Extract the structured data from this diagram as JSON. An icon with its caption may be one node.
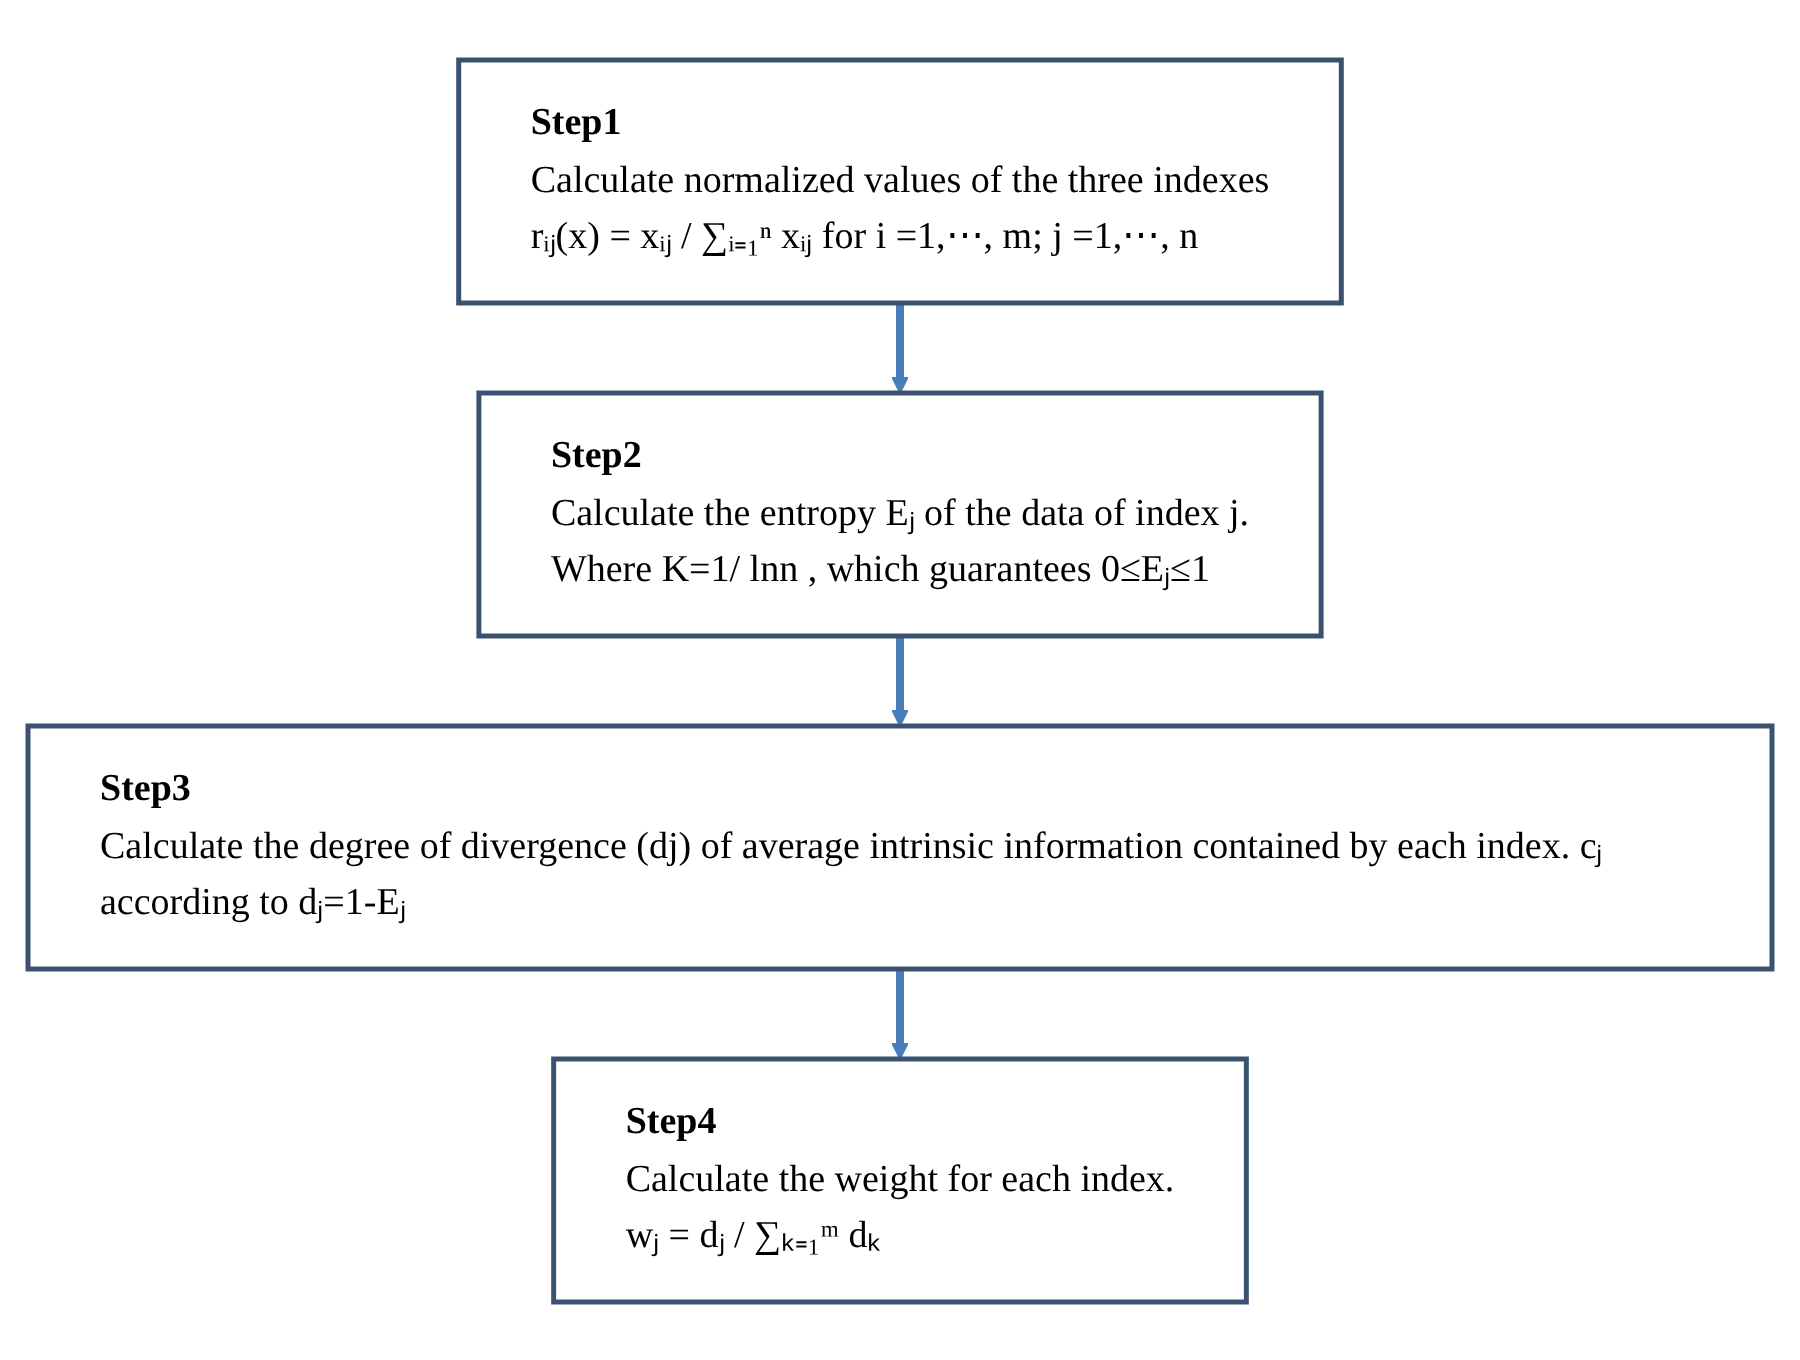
{
  "diagram": {
    "nodes": [
      {
        "text": [
          "Step1",
          "Calculate normalized values of the three indexes",
          "rᵢⱼ(x) = xᵢⱼ / ∑ᵢ₌₁ⁿ xᵢⱼ  for i =1,⋯, m;  j =1,⋯, n"
        ]
      },
      {
        "text": [
          "Step2",
          "Calculate the entropy Eⱼ of the data of index j.",
          "Where K=1/ lnn , which guarantees 0≤Eⱼ≤1"
        ]
      },
      {
        "text": [
          "Step3",
          "Calculate the degree of divergence (dj) of average intrinsic information contained by each index. cⱼ according to dⱼ=1-Eⱼ"
        ]
      },
      {
        "text": [
          "Step4",
          "Calculate the weight for each index.",
          "wⱼ = dⱼ / ∑ₖ₌₁ᵐ dₖ"
        ]
      }
    ],
    "edges": [
      {
        "from": 0,
        "to": 1,
        "arrow": "to"
      },
      {
        "from": 1,
        "to": 2,
        "arrow": "to"
      },
      {
        "from": 2,
        "to": 3,
        "arrow": "to"
      }
    ]
  }
}
